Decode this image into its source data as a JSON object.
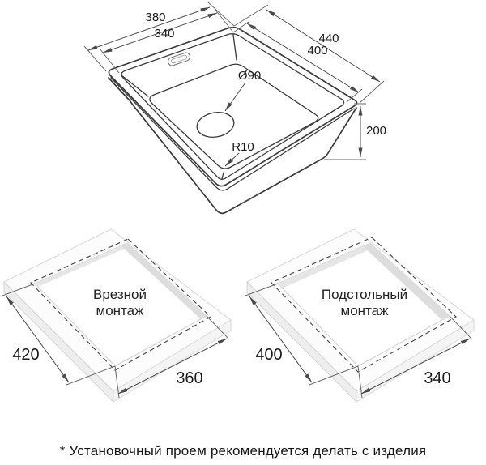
{
  "sink": {
    "dim_width_outer": "380",
    "dim_width_inner": "340",
    "dim_length_outer": "440",
    "dim_length_inner": "400",
    "dim_drain": "Ø90",
    "dim_corner_radius": "R10",
    "dim_depth": "200"
  },
  "mounts": {
    "inset": {
      "title_line1": "Врезной",
      "title_line2": "монтаж",
      "dim_side": "420",
      "dim_front": "360"
    },
    "undermount": {
      "title_line1": "Подстольный",
      "title_line2": "монтаж",
      "dim_side": "400",
      "dim_front": "340"
    }
  },
  "footnote": "* Установочный проем рекомендуется делать с изделия",
  "colors": {
    "line": "#3a3a3a",
    "dim_line": "#4a4a4a",
    "text": "#1b1b1b",
    "slab_face": "#f4f4f4",
    "hole_wall": "#dddddd",
    "background": "#ffffff"
  }
}
